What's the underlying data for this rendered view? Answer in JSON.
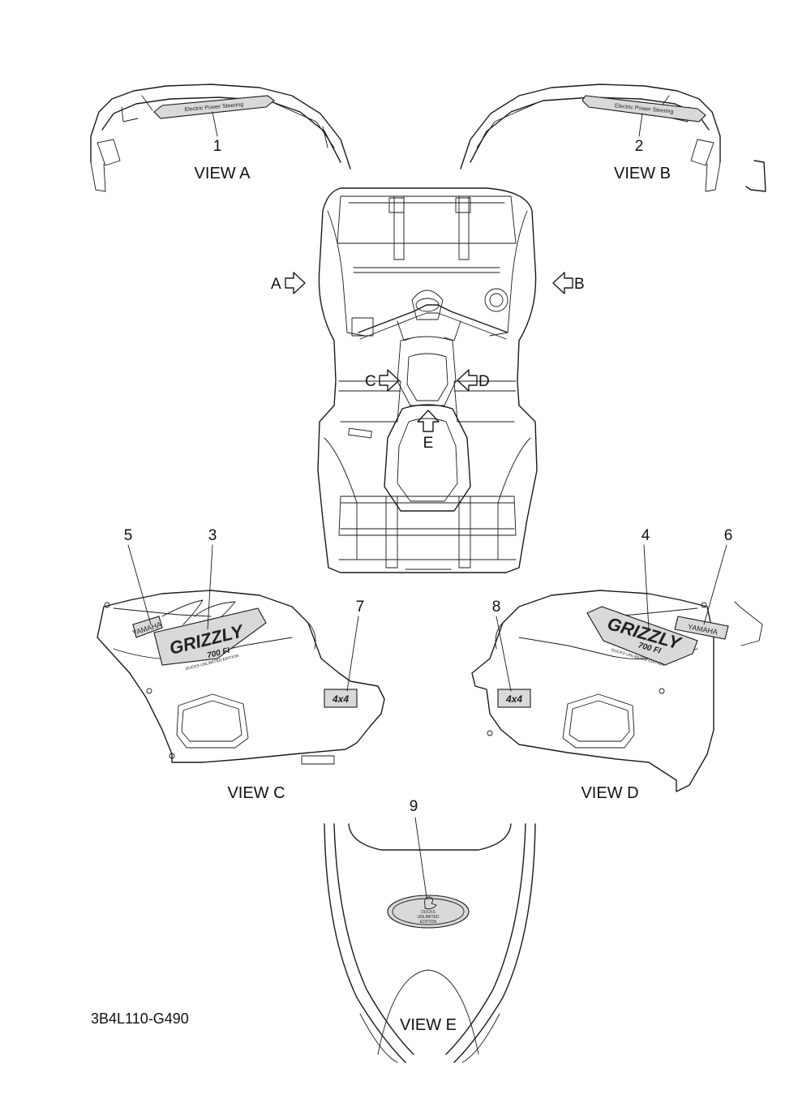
{
  "views": {
    "a": "VIEW A",
    "b": "VIEW B",
    "c": "VIEW C",
    "d": "VIEW D",
    "e": "VIEW E"
  },
  "direction_arrows": {
    "a": "A",
    "b": "B",
    "c": "C",
    "d": "D",
    "e": "E"
  },
  "callouts": [
    "1",
    "2",
    "3",
    "4",
    "5",
    "6",
    "7",
    "8",
    "9"
  ],
  "decals": {
    "eps": "Electric Power Steering",
    "brand": "YAMAHA",
    "model": "GRIZZLY",
    "model_sub": "700 FI",
    "edition": "DUCKS UNLIMITED EDITION",
    "fourbyfour": "4x4",
    "ducks_line1": "DUCKS",
    "ducks_line2": "UNLIMITED",
    "ducks_line3": "EDITION"
  },
  "drawing_code": "3B4L110-G490",
  "colors": {
    "line": "#1a1a1a",
    "decal_fill": "#d9d9d9",
    "background": "#ffffff"
  }
}
